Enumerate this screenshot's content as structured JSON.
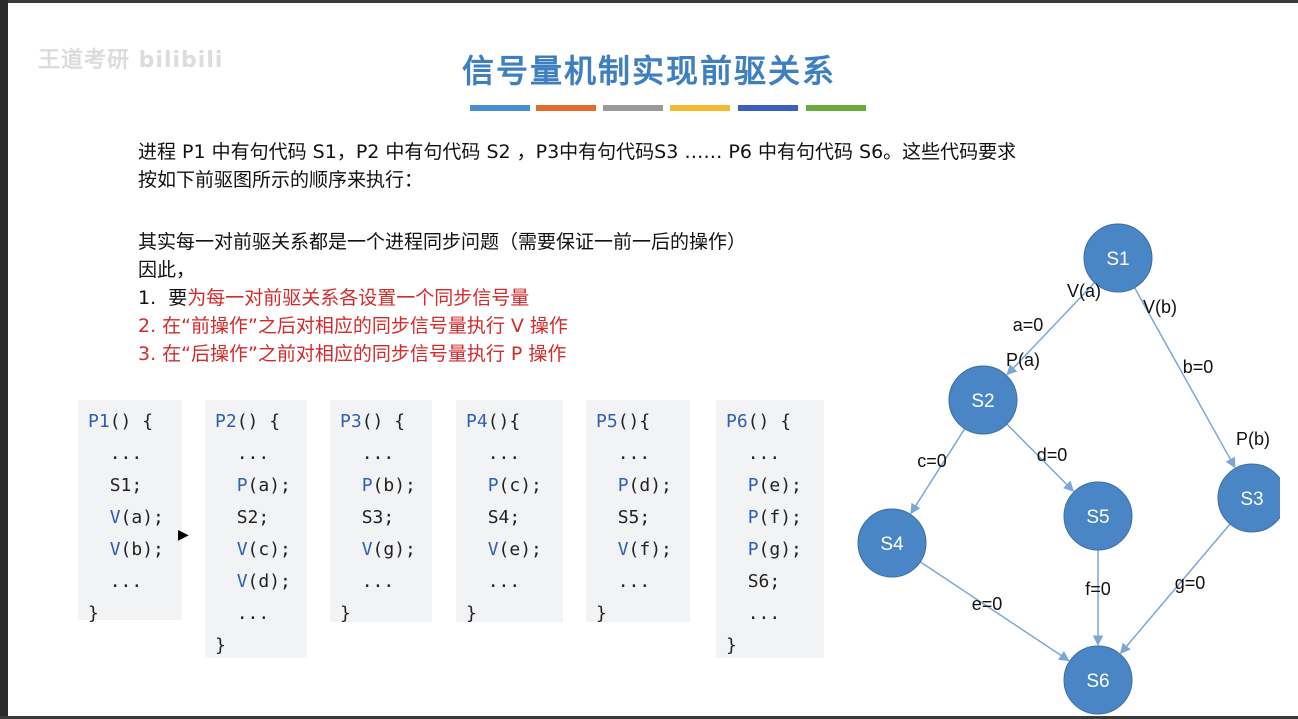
{
  "watermark": "王道考研 bilibili",
  "title": "信号量机制实现前驱关系",
  "title_bar_colors": [
    "#4b8fd0",
    "#e06b2c",
    "#9a9a9a",
    "#f2b931",
    "#3a62b8",
    "#6aaa3e"
  ],
  "intro": {
    "line1": "进程 P1 中有句代码 S1，P2 中有句代码 S2 ，P3中有句代码S3 …… P6 中有句代码 S6。这些代码要求",
    "line2": "按如下前驱图所示的顺序来执行："
  },
  "explain": {
    "line1": "其实每一对前驱关系都是一个进程同步问题（需要保证一前一后的操作）",
    "line2": "因此，",
    "item1_num": "1.",
    "item1_prefix": "要",
    "item1_red": "为每一对前驱关系各设置一个同步信号量",
    "item2": "2.  在“前操作”之后对相应的同步信号量执行 V 操作",
    "item3": "3.  在“后操作”之前对相应的同步信号量执行 P 操作"
  },
  "code": [
    {
      "name": "P1() {",
      "lines": [
        "...",
        "S1;",
        "V(a);",
        "V(b);",
        "..."
      ],
      "close": "}"
    },
    {
      "name": "P2() {",
      "lines": [
        "...",
        "P(a);",
        "S2;",
        "V(c);",
        "V(d);",
        "..."
      ],
      "close": "}"
    },
    {
      "name": "P3() {",
      "lines": [
        "...",
        "P(b);",
        "S3;",
        "V(g);",
        "..."
      ],
      "close": "}"
    },
    {
      "name": "P4(){",
      "lines": [
        "...",
        "P(c);",
        "S4;",
        "V(e);",
        "..."
      ],
      "close": "}"
    },
    {
      "name": "P5(){",
      "lines": [
        "...",
        "P(d);",
        "S5;",
        "V(f);",
        "..."
      ],
      "close": "}"
    },
    {
      "name": "P6() {",
      "lines": [
        "...",
        "P(e);",
        "P(f);",
        "P(g);",
        "S6;",
        "..."
      ],
      "close": "}"
    }
  ],
  "graph": {
    "node_color": "#4a86c5",
    "edge_color": "#7ba7d6",
    "nodes": [
      "S1",
      "S2",
      "S3",
      "S4",
      "S5",
      "S6"
    ],
    "labels": {
      "va": "V(a)",
      "a0": "a=0",
      "pa": "P(a)",
      "vb": "V(b)",
      "b0": "b=0",
      "pb": "P(b)",
      "c0": "c=0",
      "d0": "d=0",
      "e0": "e=0",
      "f0": "f=0",
      "g0": "g=0"
    }
  }
}
